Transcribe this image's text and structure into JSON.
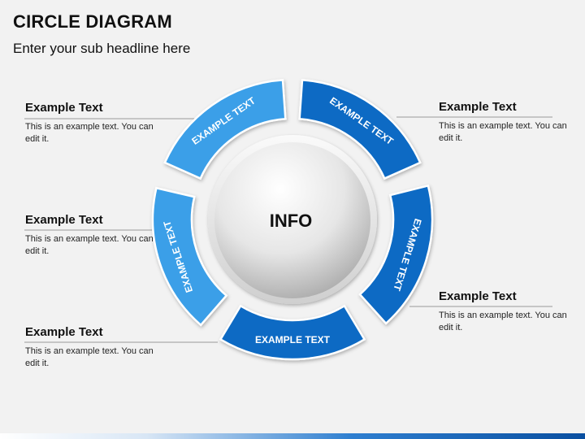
{
  "header": {
    "title": "CIRCLE DIAGRAM",
    "subtitle": "Enter your sub headline here"
  },
  "center": {
    "label": "INFO"
  },
  "segments": [
    {
      "label": "EXAMPLE TEXT",
      "color": "#3a9fe8"
    },
    {
      "label": "EXAMPLE TEXT",
      "color": "#0b6bc4"
    },
    {
      "label": "EXAMPLE TEXT",
      "color": "#0b6bc4"
    },
    {
      "label": "EXAMPLE TEXT",
      "color": "#0b6bc4"
    },
    {
      "label": "EXAMPLE TEXT",
      "color": "#3a9fe8"
    }
  ],
  "callouts": [
    {
      "heading": "Example Text",
      "body": "This is an example text. You can edit it."
    },
    {
      "heading": "Example Text",
      "body": "This is an example text. You can edit it."
    },
    {
      "heading": "Example Text",
      "body": "This is an example text. You can edit it."
    },
    {
      "heading": "Example Text",
      "body": "This is an example text. You can edit it."
    },
    {
      "heading": "Example Text",
      "body": "This is an example text. You can edit it."
    }
  ]
}
